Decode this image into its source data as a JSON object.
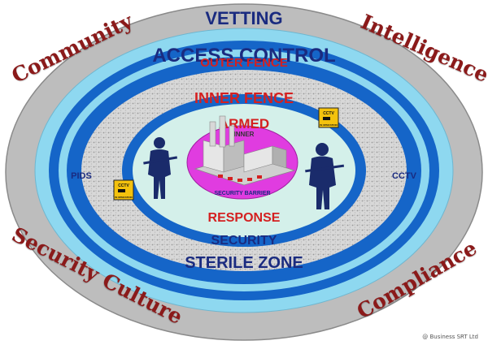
{
  "rings": {
    "outer": "VETTING",
    "access": "ACCESS CONTROL",
    "outer_fence": "OUTER FENCE",
    "inner_fence": "INNER FENCE",
    "armed": "ARMED",
    "inner": "INNER",
    "barrier": "SECURITY BARRIER",
    "response": "RESPONSE",
    "security": "SECURITY",
    "sterile": "STERILE ZONE"
  },
  "sides": {
    "left": "PIDS",
    "right": "CCTV"
  },
  "corners": {
    "top_left": "Community",
    "top_right": "Intelligence",
    "bottom_left": "Security Culture",
    "bottom_right": "Compliance"
  },
  "cctv_sign": {
    "title": "CCTV",
    "subtitle": "IN OPERATION"
  },
  "credit": "@ Business SRT Ltd",
  "colors": {
    "outer_ring": "#bdbdbd",
    "access_ring": "#8ed8f0",
    "fence_ring": "#1565c8",
    "sterile_ring": "#dcdcdc",
    "inner_ring": "#d4f0ea",
    "core": "#e03ce0",
    "accent_red": "#d42020",
    "accent_blue": "#1a2b80",
    "corner_text": "#8b1a1a"
  }
}
